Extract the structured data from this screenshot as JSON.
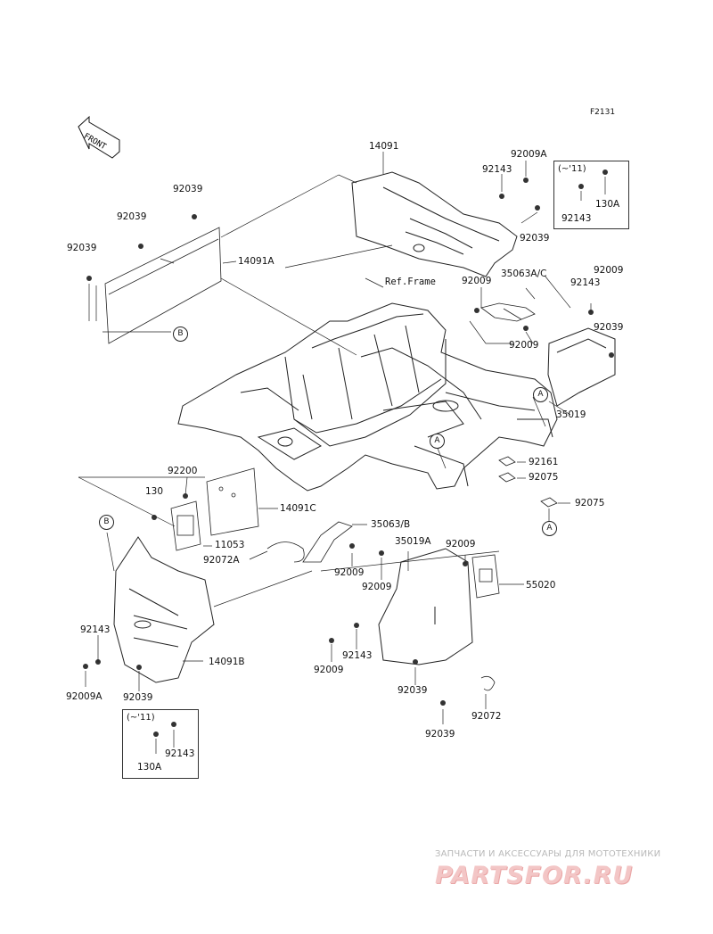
{
  "figure_code": "F2131",
  "front_arrow_label": "FRONT",
  "ref_frame_label": "Ref.Frame",
  "watermark": {
    "top_text": "ЗАПЧАСТИ И АКСЕССУАРЫ ДЛЯ МОТОТЕХНИКИ",
    "logo_text": "PARTSFOR.RU"
  },
  "insets": [
    {
      "title": "(~'11)",
      "parts": [
        "92143",
        "130A"
      ]
    },
    {
      "title": "(~'11)",
      "parts": [
        "92143",
        "130A"
      ]
    }
  ],
  "circle_refs": [
    "A",
    "A",
    "A",
    "B",
    "B"
  ],
  "labels": {
    "p14091": "14091",
    "p92009A_top": "92009A",
    "p92143_top": "92143",
    "p92039_top1": "92039",
    "p92039_top2": "92039",
    "p92039_top3": "92039",
    "p14091A": "14091A",
    "p92039_r1": "92039",
    "p35063AC": "35063A/C",
    "p92009_r1": "92009",
    "p92009_r2": "92009",
    "p92143_r": "92143",
    "p92009_r3": "92009",
    "p92039_r2": "92039",
    "p35019": "35019",
    "p92161": "92161",
    "p92075_1": "92075",
    "p92075_2": "92075",
    "p92200": "92200",
    "p130": "130",
    "p14091C": "14091C",
    "p35063B": "35063/B",
    "p11053": "11053",
    "p92072A": "92072A",
    "p35019A": "35019A",
    "p92009_m1": "92009",
    "p92009_m2": "92009",
    "p92009_m3": "92009",
    "p55020": "55020",
    "p92143_bl": "92143",
    "p14091B": "14091B",
    "p92009A_bl": "92009A",
    "p92039_bl": "92039",
    "p92143_bm": "92143",
    "p92009_bm": "92009",
    "p92039_bm1": "92039",
    "p92039_bm2": "92039",
    "p92072": "92072"
  },
  "colors": {
    "line": "#222222",
    "watermark_logo": "#f3c6c6",
    "watermark_text": "#b9b9b9"
  }
}
